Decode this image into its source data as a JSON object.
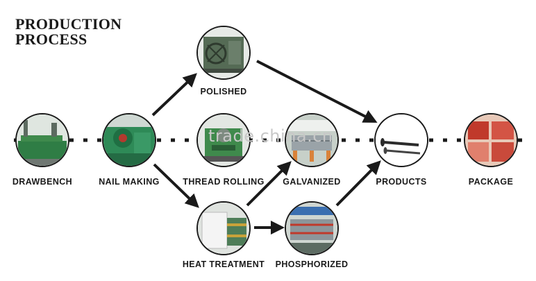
{
  "title": {
    "line1": "PRODUCTION",
    "line2": "PROCESS"
  },
  "watermark": "trade.china.cn",
  "steps": {
    "drawbench": {
      "label": "DRAWBENCH",
      "image": "drawbench-machine-photo"
    },
    "nail_making": {
      "label": "NAIL MAKING",
      "image": "nail-making-machine-photo"
    },
    "polished": {
      "label": "POLISHED",
      "image": "polishing-drum-photo"
    },
    "thread_rolling": {
      "label": "THREAD ROLLING",
      "image": "thread-rolling-machine-photo"
    },
    "heat_treatment": {
      "label": "HEAT TREATMENT",
      "image": "heat-treatment-furnace-photo"
    },
    "galvanized": {
      "label": "GALVANIZED",
      "image": "galvanizing-line-photo"
    },
    "phosphorized": {
      "label": "PHOSPHORIZED",
      "image": "phosphorizing-line-photo"
    },
    "products": {
      "label": "PRODUCTS",
      "image": "screw-product-photo"
    },
    "package": {
      "label": "PACKAGE",
      "image": "packaged-cartons-photo"
    }
  },
  "connections": [
    [
      "nail_making",
      "polished"
    ],
    [
      "nail_making",
      "heat_treatment"
    ],
    [
      "polished",
      "products"
    ],
    [
      "heat_treatment",
      "galvanized"
    ],
    [
      "heat_treatment",
      "phosphorized"
    ],
    [
      "phosphorized",
      "products"
    ]
  ],
  "colors": {
    "ink": "#1a1a1a",
    "machine_green": "#3f8a4c",
    "metal_gray": "#9aa3a8"
  }
}
